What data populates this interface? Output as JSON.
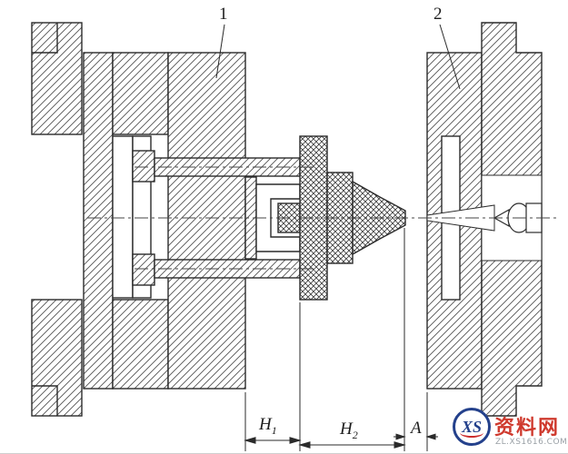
{
  "figure": {
    "labels": {
      "part1": "1",
      "part2": "2",
      "h1_base": "H",
      "h1_sub": "1",
      "h2_base": "H",
      "h2_sub": "2",
      "dim_a": "A"
    },
    "watermark": {
      "logo_text": "XS",
      "site_name": "资料网",
      "site_url": "ZL.XS1616.COM"
    },
    "colors": {
      "line": "#2b2b2b",
      "hatch": "#555555",
      "watermark_red": "#cf3a2e",
      "watermark_blue": "#24418c",
      "watermark_gray": "#9aa0a6"
    }
  }
}
